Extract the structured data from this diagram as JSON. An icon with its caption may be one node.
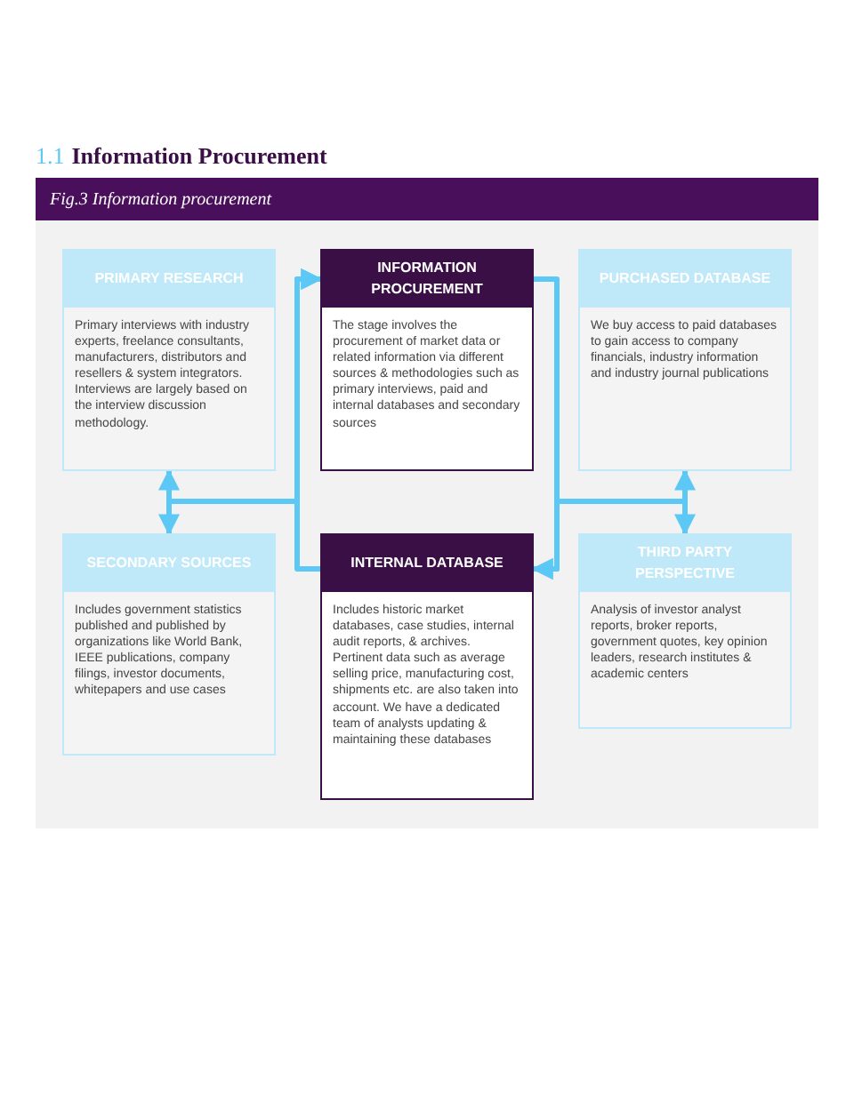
{
  "diagram": {
    "title": "Information Procurement",
    "nodes": [
      {
        "text": [
          "Fig.3 Information procurement"
        ]
      },
      {
        "text": [
          "PRIMARY RESEARCH",
          "Primary interviews with industry experts, freelance consultants, manufacturers, distributors and resellers & system integrators. Interviews are largely based on the interview discussion methodology."
        ]
      },
      {
        "text": [
          "INFORMATION PROCUREMENT",
          "The stage involves the procurement of market data or related information via different sources & methodologies such as primary interviews, paid and internal databases and secondary sources"
        ]
      },
      {
        "text": [
          "PURCHASED DATABASE",
          "We buy access to paid databases to gain access to company financials, industry information and industry journal publications"
        ]
      },
      {
        "text": [
          "SECONDARY SOURCES",
          "Includes government statistics published and published by organizations like World Bank, IEEE publications, company filings, investor documents, whitepapers and use cases"
        ]
      },
      {
        "text": [
          "INTERNAL DATABASE",
          "Includes historic market databases, case studies, internal audit reports, & archives. Pertinent data such as average selling price, manufacturing cost, shipments etc. are also taken into account. We have a dedicated team of analysts updating & maintaining these databases"
        ]
      },
      {
        "text": [
          "THIRD PARTY PERSPECTIVE",
          "Analysis of investor analyst reports, broker reports, government quotes, key opinion leaders, research institutes & academic centers"
        ]
      }
    ],
    "edges": [
      {
        "from": 1,
        "to": 4,
        "arrow": "both"
      },
      {
        "from": 1,
        "to": 2,
        "arrow": "to"
      },
      {
        "from": 5,
        "to": 2,
        "arrow": "to"
      },
      {
        "from": 2,
        "to": 5,
        "arrow": "to"
      },
      {
        "from": 3,
        "to": 6,
        "arrow": "both"
      },
      {
        "from": 3,
        "to": 5,
        "arrow": "to"
      }
    ],
    "labels": [
      "1.1"
    ]
  }
}
